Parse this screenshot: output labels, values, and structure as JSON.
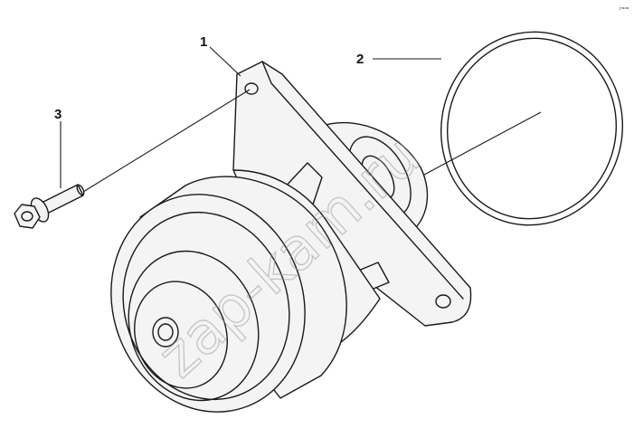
{
  "callouts": [
    {
      "number": "1"
    },
    {
      "number": "2"
    },
    {
      "number": "3"
    }
  ],
  "watermark": "zap-kam.ru",
  "corner_mark": "r=="
}
